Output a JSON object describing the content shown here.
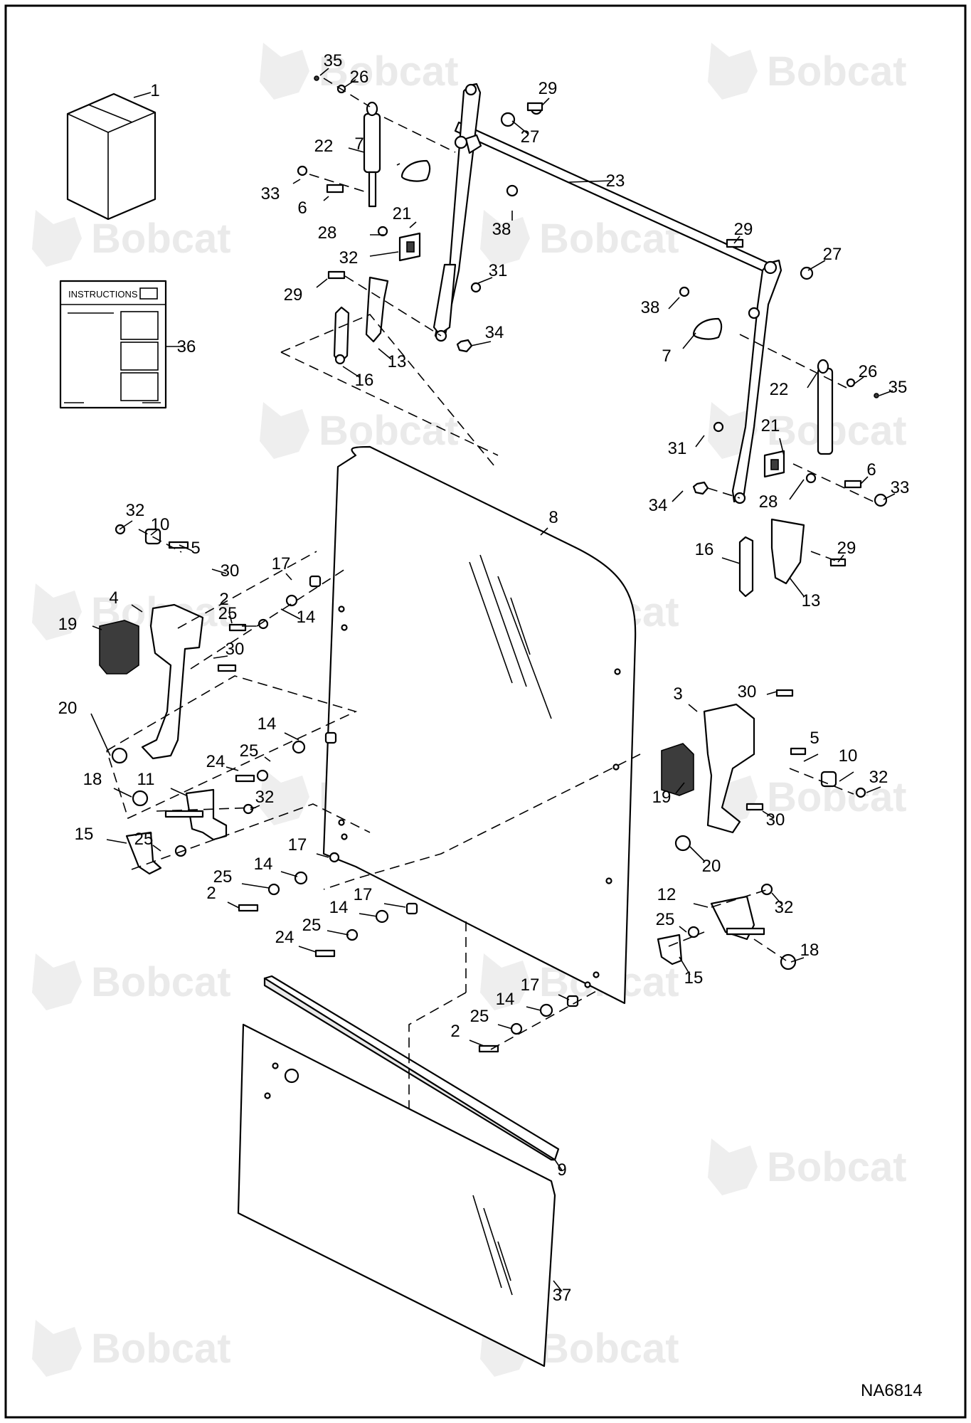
{
  "brand": "Bobcat",
  "drawing_number": "NA6814",
  "instructions_label": "INSTRUCTIONS",
  "callouts": [
    "1",
    "2",
    "3",
    "4",
    "5",
    "6",
    "7",
    "8",
    "9",
    "10",
    "11",
    "12",
    "13",
    "14",
    "15",
    "16",
    "17",
    "18",
    "19",
    "20",
    "21",
    "22",
    "23",
    "24",
    "25",
    "26",
    "27",
    "28",
    "29",
    "30",
    "31",
    "32",
    "33",
    "34",
    "35",
    "36",
    "37",
    "38"
  ]
}
